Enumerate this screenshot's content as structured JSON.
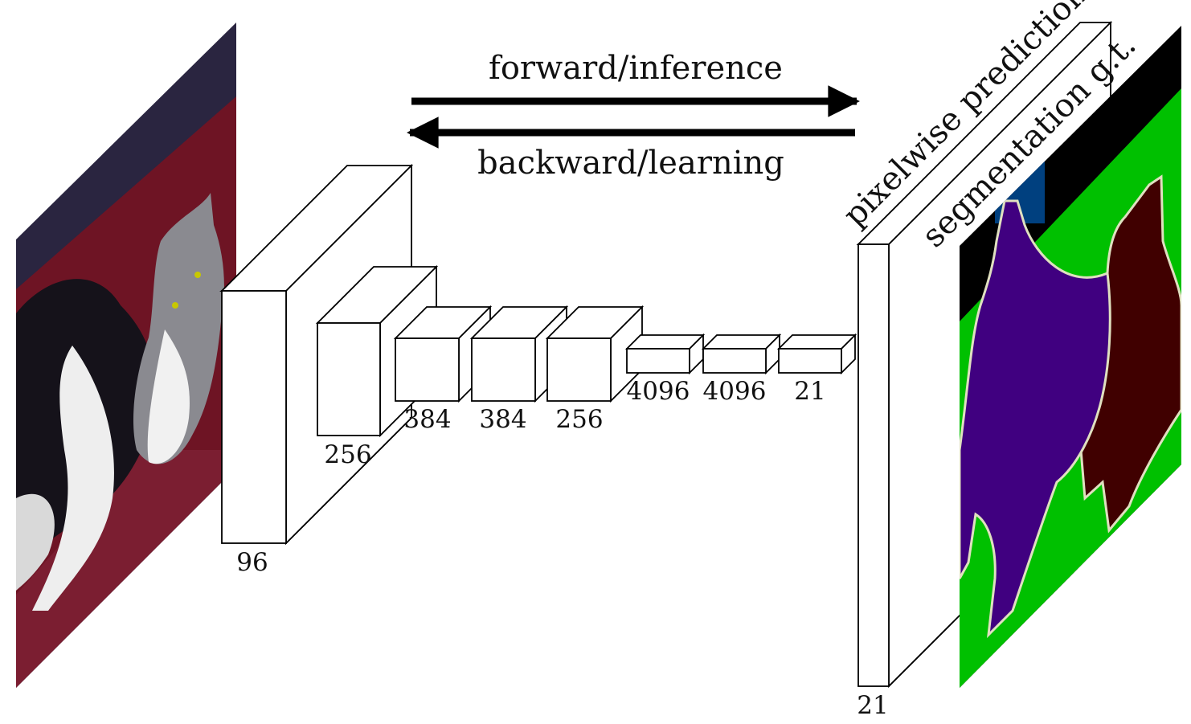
{
  "arrows": {
    "forward": "forward/inference",
    "backward": "backward/learning"
  },
  "layers": [
    {
      "label": "96"
    },
    {
      "label": "256"
    },
    {
      "label": "384"
    },
    {
      "label": "384"
    },
    {
      "label": "256"
    },
    {
      "label": "4096"
    },
    {
      "label": "4096"
    },
    {
      "label": "21"
    },
    {
      "label": "21"
    }
  ],
  "outputs": {
    "prediction": "pixelwise prediction",
    "ground_truth": "segmentation g.t."
  },
  "colors": {
    "background_class": "#000000",
    "sofa_class": "#00c000",
    "dog_class": "#400080",
    "cat_class": "#400000",
    "tv_class": "#00407f",
    "boundary": "#e0e0c0",
    "photo_wall": "#2a2540",
    "photo_sofa": "#6e1424",
    "photo_dog_dark": "#15121a",
    "photo_dog_white": "#eeeeee",
    "photo_cat_grey": "#8a8a90"
  }
}
